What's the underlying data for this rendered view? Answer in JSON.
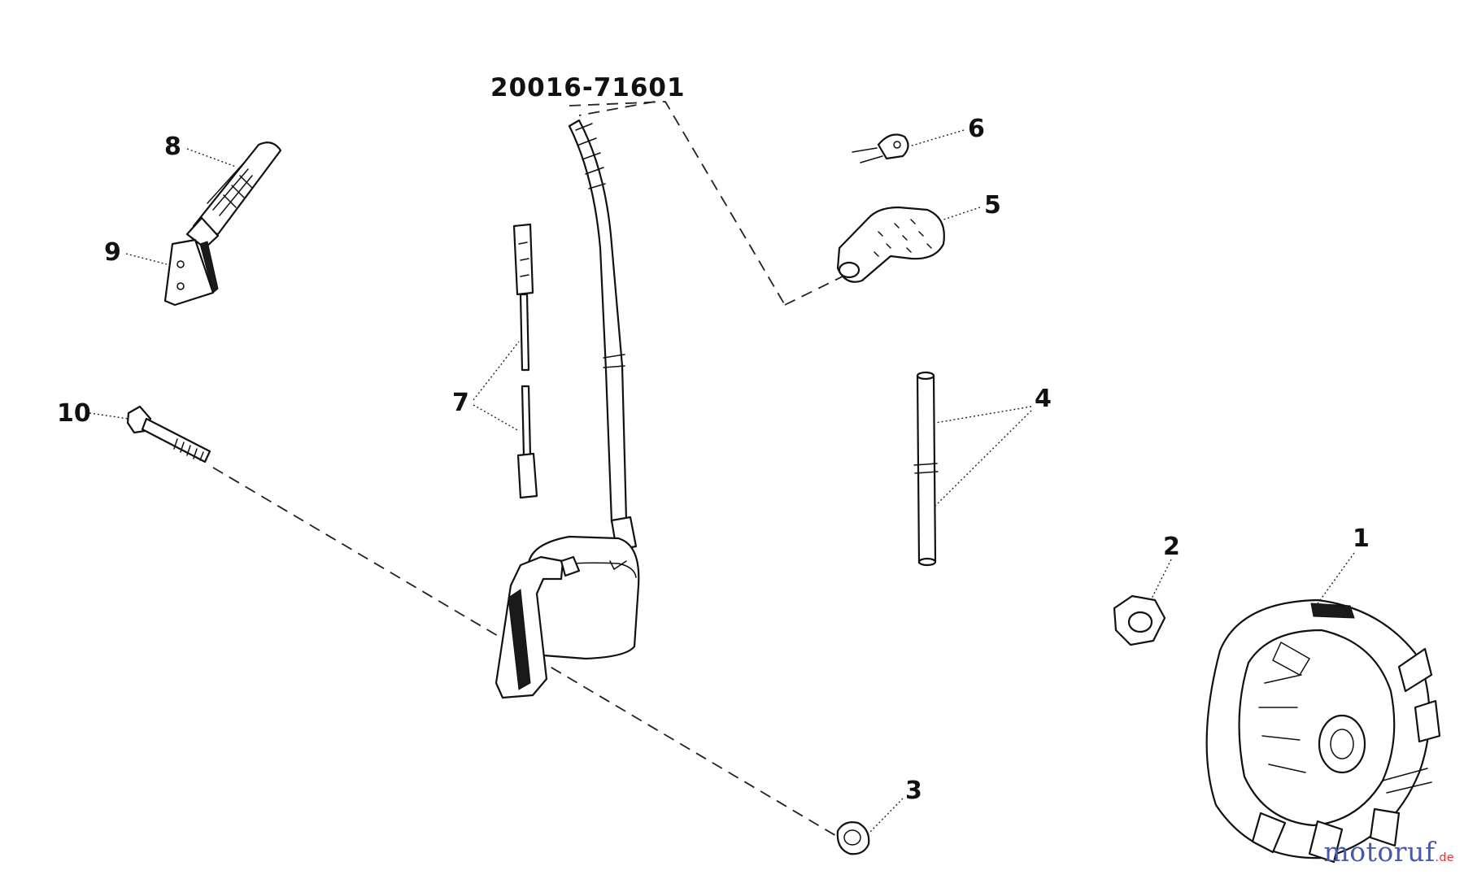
{
  "diagram": {
    "assembly_number": "20016-71601",
    "callouts": [
      "1",
      "2",
      "3",
      "4",
      "5",
      "6",
      "7",
      "8",
      "9",
      "10"
    ]
  },
  "watermark": {
    "text": "motoruf",
    "suffix": ".de",
    "color": "#4a5aa8"
  }
}
